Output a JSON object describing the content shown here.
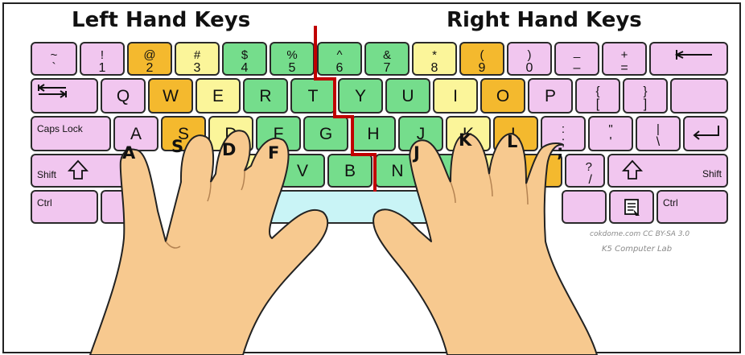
{
  "headings": {
    "left": "Left Hand Keys",
    "right": "Right Hand Keys"
  },
  "number_row": [
    {
      "up": "~",
      "lo": "`"
    },
    {
      "up": "!",
      "lo": "1"
    },
    {
      "up": "@",
      "lo": "2"
    },
    {
      "up": "#",
      "lo": "3"
    },
    {
      "up": "$",
      "lo": "4"
    },
    {
      "up": "%",
      "lo": "5"
    },
    {
      "up": "^",
      "lo": "6"
    },
    {
      "up": "&",
      "lo": "7"
    },
    {
      "up": "*",
      "lo": "8"
    },
    {
      "up": "(",
      "lo": "9"
    },
    {
      "up": ")",
      "lo": "0"
    },
    {
      "up": "_",
      "lo": "–"
    },
    {
      "up": "+",
      "lo": "="
    }
  ],
  "top_row": [
    "Q",
    "W",
    "E",
    "R",
    "T",
    "Y",
    "U",
    "I",
    "O",
    "P"
  ],
  "brackets": [
    {
      "up": "{",
      "lo": "["
    },
    {
      "up": "}",
      "lo": "]"
    }
  ],
  "home_row": [
    "A",
    "S",
    "D",
    "F",
    "G",
    "H",
    "J",
    "K",
    "L"
  ],
  "home_punct": [
    {
      "up": ":",
      "lo": ";"
    },
    {
      "up": "\"",
      "lo": "'"
    },
    {
      "up": "|",
      "lo": "\\"
    }
  ],
  "bottom_row": [
    "V",
    "B",
    "N"
  ],
  "slash": {
    "up": "?",
    "lo": "/"
  },
  "caps_lock": "Caps Lock",
  "shift_left": "Shift",
  "shift_right": "Shift",
  "ctrl_left": "Ctrl",
  "ctrl_right": "Ctrl",
  "finger_labels": [
    "A",
    "S",
    "D",
    "F",
    "J",
    "K",
    "L",
    ";"
  ],
  "credit": {
    "line1": "cokdome.com CC BY-SA 3.0",
    "line2": "K5 Computer Lab"
  },
  "colors": {
    "pink": "#f1c6ef",
    "orange": "#f4b92e",
    "yellow": "#fbf59a",
    "green": "#75dd8c",
    "cyan": "#c9f4f6",
    "divider": "#c00000",
    "skin": "#f7c98f"
  }
}
